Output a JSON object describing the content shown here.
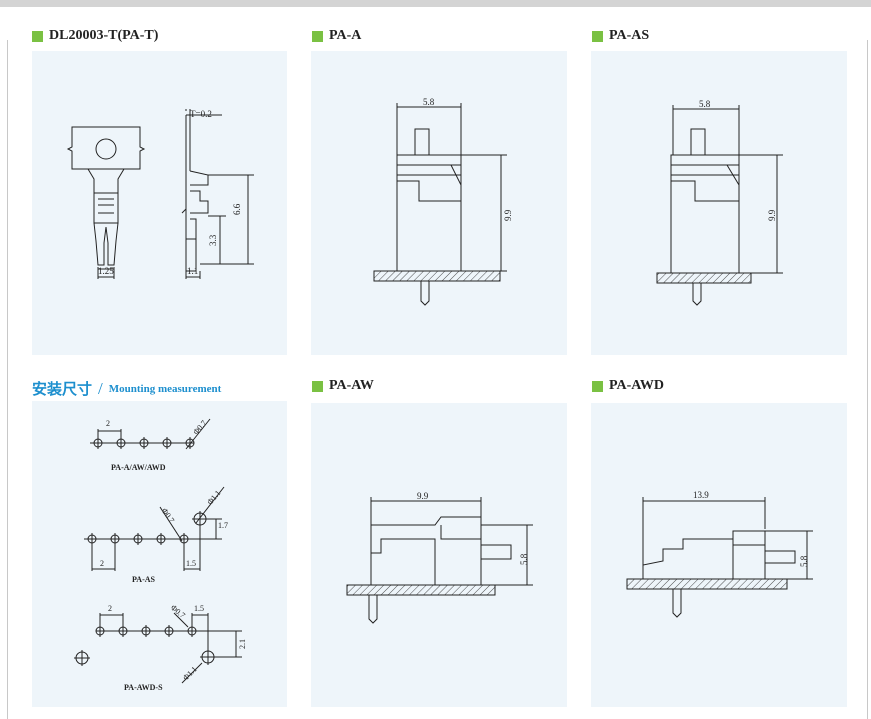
{
  "sections": {
    "dl20003": {
      "title": "DL20003-T(PA-T)",
      "labels": {
        "t": "T=0.2",
        "d66": "6.6",
        "d33": "3.3",
        "d125": "1.25",
        "d11": "1.1"
      }
    },
    "pa_a": {
      "title": "PA-A",
      "labels": {
        "w": "5.8",
        "h": "9.9"
      }
    },
    "pa_as": {
      "title": "PA-AS",
      "labels": {
        "w": "5.8",
        "h": "9.9"
      }
    },
    "mounting": {
      "title_cn": "安装尺寸",
      "separator": "/",
      "title_en": "Mounting measurement",
      "group1": {
        "pitch": "2",
        "dia": "Φ0.7",
        "caption": "PA-A/AW/AWD"
      },
      "group2": {
        "pitch": "2",
        "dia_small": "Φ0.7",
        "dia_large": "Φ1.1",
        "h": "1.7",
        "offset": "1.5",
        "caption": "PA-AS"
      },
      "group3": {
        "pitch": "2",
        "dia_small": "Φ0.7",
        "offset": "1.5",
        "h": "2.1",
        "dia_large": "Φ1.1",
        "caption": "PA-AWD-S"
      }
    },
    "pa_aw": {
      "title": "PA-AW",
      "labels": {
        "w": "9.9",
        "h": "5.8"
      }
    },
    "pa_awd": {
      "title": "PA-AWD",
      "labels": {
        "w": "13.9",
        "h": "5.8"
      }
    }
  },
  "colors": {
    "accent_square": "#7ac143",
    "mount_title": "#1d8fce",
    "panel_bg": "#eef5fa",
    "line": "#222222"
  }
}
